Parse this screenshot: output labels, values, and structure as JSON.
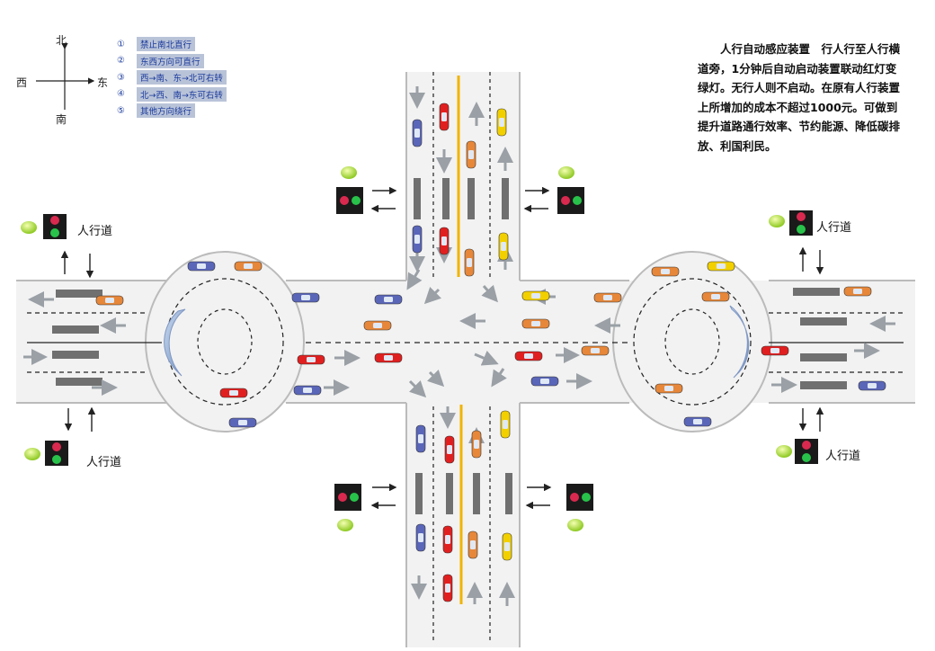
{
  "compass": {
    "north": "北",
    "south": "南",
    "east": "东",
    "west": "西"
  },
  "legend": [
    {
      "num": "①",
      "text": "禁止南北直行"
    },
    {
      "num": "②",
      "text": "东西方向可直行"
    },
    {
      "num": "③",
      "text": "西→南、东→北可右转"
    },
    {
      "num": "④",
      "text": "北→西、南→东可右转"
    },
    {
      "num": "⑤",
      "text": "其他方向绕行"
    }
  ],
  "note": "人行自动感应装置　行人行至人行横道旁，1分钟后自动启动装置联动红灯变绿灯。无行人则不启动。在原有人行装置上所增加的成本不超过1000元。可做到提升道路通行效率、节约能源、降低碳排放、利国利民。",
  "labels": {
    "crosswalk_nw": "人行道",
    "crosswalk_sw": "人行道",
    "crosswalk_ne": "人行道",
    "crosswalk_se": "人行道"
  },
  "colors": {
    "road": "#e9e9e9",
    "road_edge": "#b8b8b8",
    "arrow": "#9aa0a6",
    "center_line": "#f0b400",
    "car_red": "#e02020",
    "car_blue": "#5a66b8",
    "car_orange": "#e6873a",
    "car_yellow": "#f2d000",
    "light_red": "#d9294f",
    "light_green": "#28c24a",
    "sensor": "#b8e040"
  }
}
